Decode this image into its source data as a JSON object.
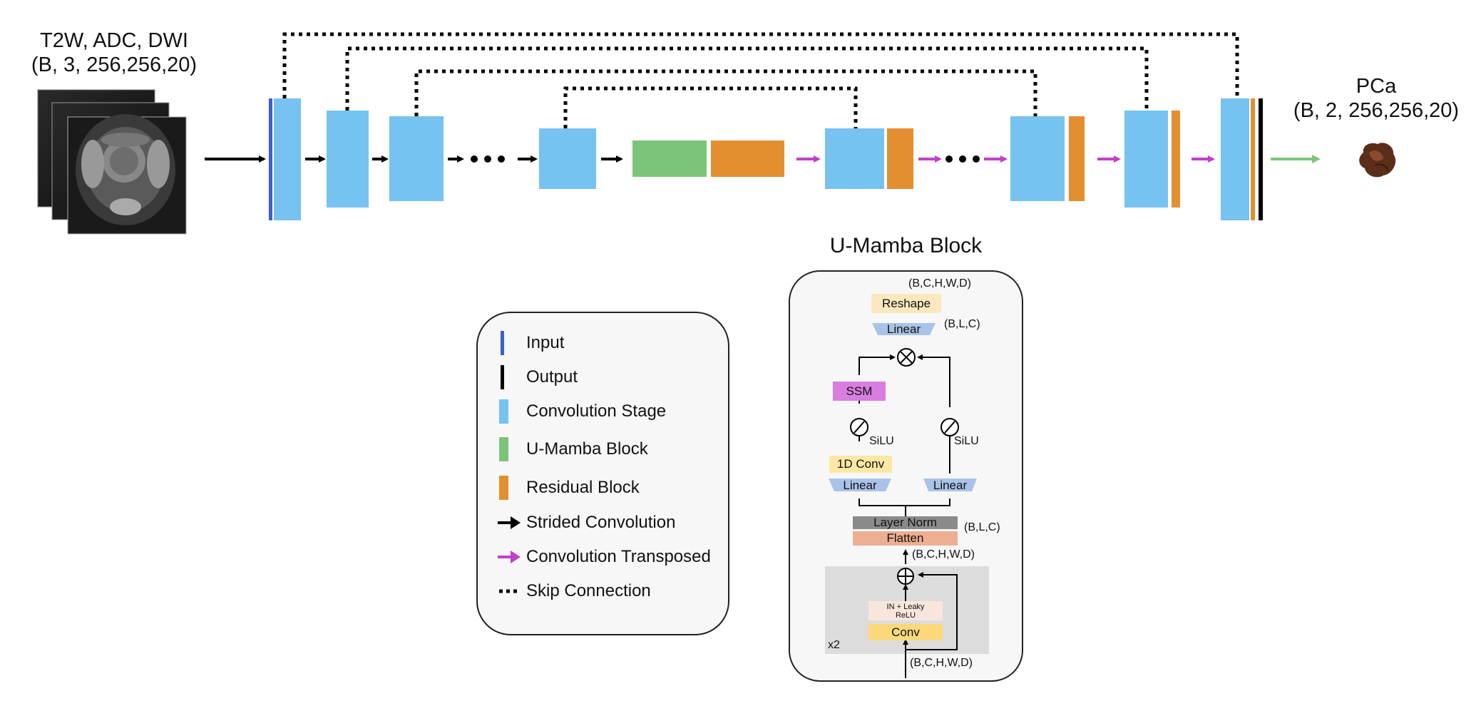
{
  "input": {
    "title_line1": "T2W, ADC, DWI",
    "title_line2": "(B, 3, 256,256,20)"
  },
  "output": {
    "title_line1": "PCa",
    "title_line2": "(B, 2, 256,256,20)"
  },
  "legend": {
    "items": [
      {
        "label": "Input",
        "symbol": "input-bar",
        "color": "#3b5fd9"
      },
      {
        "label": "Output",
        "symbol": "output-bar",
        "color": "#000000"
      },
      {
        "label": "Convolution Stage",
        "symbol": "conv-box",
        "color": "#76c2f0"
      },
      {
        "label": "U-Mamba Block",
        "symbol": "mamba-box",
        "color": "#7cc47a"
      },
      {
        "label": "Residual Block",
        "symbol": "residual-box",
        "color": "#e38f2f"
      },
      {
        "label": "Strided Convolution",
        "symbol": "black-arrow",
        "color": "#000000"
      },
      {
        "label": "Convolution Transposed",
        "symbol": "magenta-arrow",
        "color": "#c23fc8"
      },
      {
        "label": "Skip Connection",
        "symbol": "dotted-line",
        "color": "#000000"
      }
    ]
  },
  "mamba_block": {
    "title": "U-Mamba Block",
    "shape_top": "(B,C,H,W,D)",
    "reshape": "Reshape",
    "linear_out": "Linear",
    "shape_blc_top": "(B,L,C)",
    "multiply": "⊗",
    "ssm": "SSM",
    "silu_left": "SiLU",
    "silu_right": "SiLU",
    "conv1d": "1D Conv",
    "linear_left": "Linear",
    "linear_right": "Linear",
    "layer_norm": "Layer Norm",
    "shape_blc_mid": "(B,L,C)",
    "flatten": "Flatten",
    "shape_mid": "(B,C,H,W,D)",
    "add": "⊕",
    "in_leaky": "IN + Leaky ReLU",
    "conv": "Conv",
    "repeat": "x2",
    "shape_bottom": "(B,C,H,W,D)"
  },
  "colors": {
    "conv": "#76c2f0",
    "mamba": "#7cc47a",
    "residual": "#e38f2f",
    "input": "#3b5fd9",
    "transposed": "#c23fc8",
    "output_arrow": "#7cc47a"
  }
}
